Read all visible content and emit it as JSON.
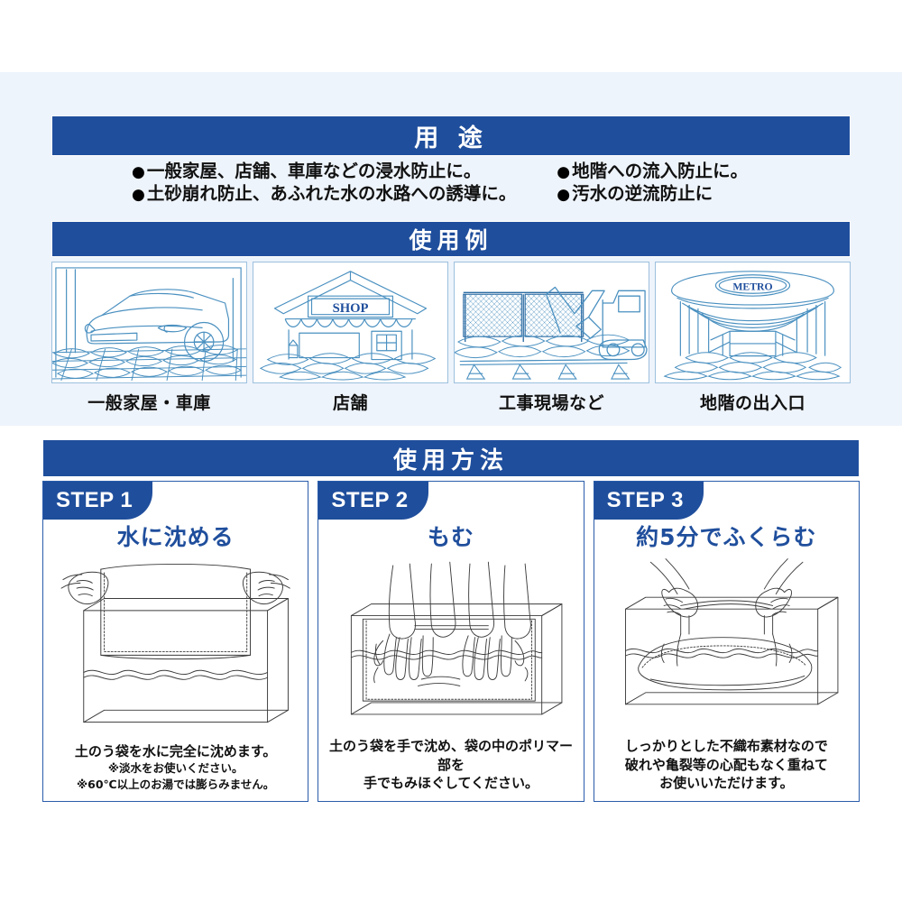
{
  "sections": {
    "usage_purpose": {
      "heading": "用 途",
      "bullets_left": [
        "一般家屋、店舗、車庫などの浸水防止に。",
        "土砂崩れ防止、あふれた水の水路への誘導に。"
      ],
      "bullets_right": [
        "地階への流入防止に。",
        "汚水の逆流防止に"
      ],
      "bullet_marker": "●"
    },
    "usage_examples": {
      "heading": "使用例",
      "items": [
        {
          "label": "一般家屋・車庫",
          "illustration": "garage-car-sandbags"
        },
        {
          "label": "店舗",
          "illustration": "storefront-shop-sandbags",
          "sign_text": "SHOP"
        },
        {
          "label": "工事現場など",
          "illustration": "construction-site-excavator-sandbags"
        },
        {
          "label": "地階の出入口",
          "illustration": "metro-entrance-sandbags",
          "sign_text": "METRO"
        }
      ]
    },
    "usage_method": {
      "heading": "使用方法",
      "steps": [
        {
          "badge": "STEP 1",
          "title": "水に沈める",
          "illustration": "hands-lowering-bag-into-water-tank",
          "caption_main": "土のう袋を水に完全に沈めます。",
          "caption_notes": [
            "※淡水をお使いください。",
            "※60℃以上のお湯では膨らみません。"
          ]
        },
        {
          "badge": "STEP 2",
          "title": "もむ",
          "illustration": "two-hands-kneading-bag-underwater",
          "caption_main": "土のう袋を手で沈め、袋の中のポリマー部を\n手でもみほぐしてください。",
          "caption_notes": []
        },
        {
          "badge": "STEP 3",
          "title": "約5分でふくらむ",
          "illustration": "hands-lifting-swollen-sandbag",
          "caption_main": "しっかりとした不織布素材なので\n破れや亀裂等の心配もなく重ねて\nお使いいただけます。",
          "caption_notes": []
        }
      ]
    }
  },
  "colors": {
    "header_blue": "#1f4e9c",
    "panel_tint": "#eef4fb",
    "illustration_line": "#4a90c0",
    "thumb_border": "#9cc0de",
    "card_border": "#2a5caa",
    "text_dark": "#111111"
  }
}
